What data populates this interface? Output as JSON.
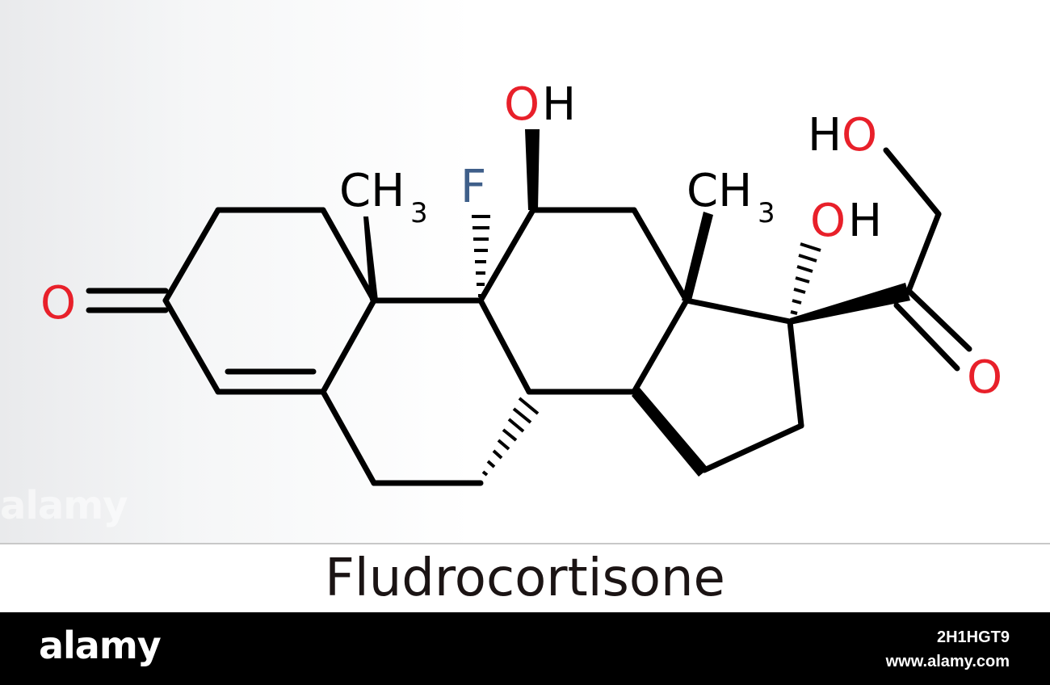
{
  "molecule": {
    "name": "Fludrocortisone",
    "atom_labels": {
      "ketone_o": "O",
      "fluorine": "F",
      "hydroxyl_11": "OH",
      "methyl_main": "CH",
      "methyl_sub": "3",
      "hydroxyl_17": "OH",
      "hydroxymethyl": "HO",
      "carbonyl_o": "O"
    },
    "colors": {
      "oxygen": "#e8202a",
      "fluorine": "#3f5f8a",
      "carbon_bond": "#000000",
      "hydrogen": "#000000"
    }
  },
  "footer": {
    "brand": "alamy",
    "image_id": "2H1HGT9",
    "site": "www.alamy.com"
  },
  "watermark": "alamy"
}
